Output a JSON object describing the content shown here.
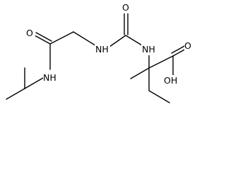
{
  "molecule": {
    "atoms": {
      "carbonyl_o_left": "O",
      "carbonyl_o_mid": "O",
      "amide_nh": "NH",
      "urea_nh_left": "NH",
      "urea_nh_right": "NH",
      "acid_oh": "OH",
      "acid_o": "O"
    }
  }
}
